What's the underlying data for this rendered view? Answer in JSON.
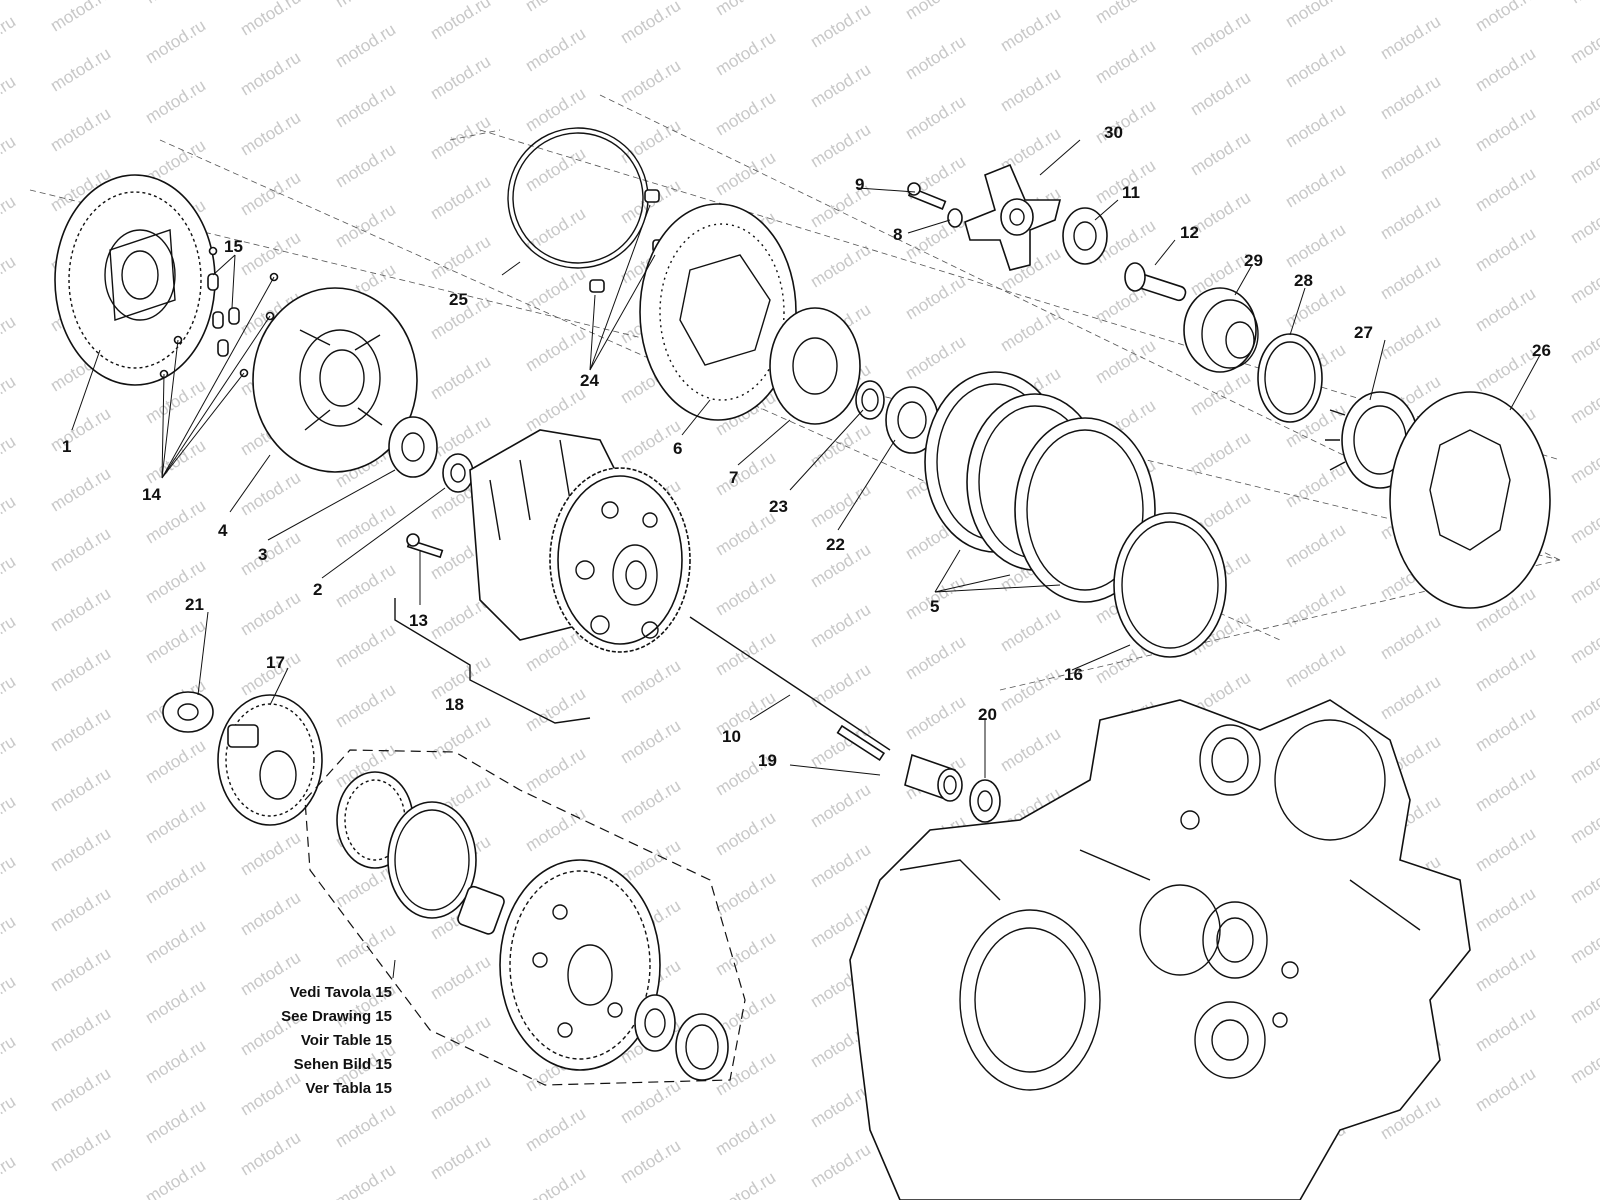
{
  "watermark": "motod.ru",
  "callouts": [
    "1",
    "2",
    "3",
    "4",
    "5",
    "6",
    "7",
    "8",
    "9",
    "10",
    "11",
    "12",
    "13",
    "14",
    "15",
    "16",
    "17",
    "18",
    "19",
    "20",
    "21",
    "22",
    "23",
    "24",
    "25",
    "26",
    "27",
    "28",
    "29",
    "30"
  ],
  "reference_note": [
    "Vedi Tavola 15",
    "See Drawing 15",
    "Voir Table 15",
    "Sehen Bild 15",
    "Ver Tabla 15"
  ],
  "colors": {
    "ink": "#111111",
    "watermark": "#c8c8c8",
    "background": "#ffffff"
  }
}
